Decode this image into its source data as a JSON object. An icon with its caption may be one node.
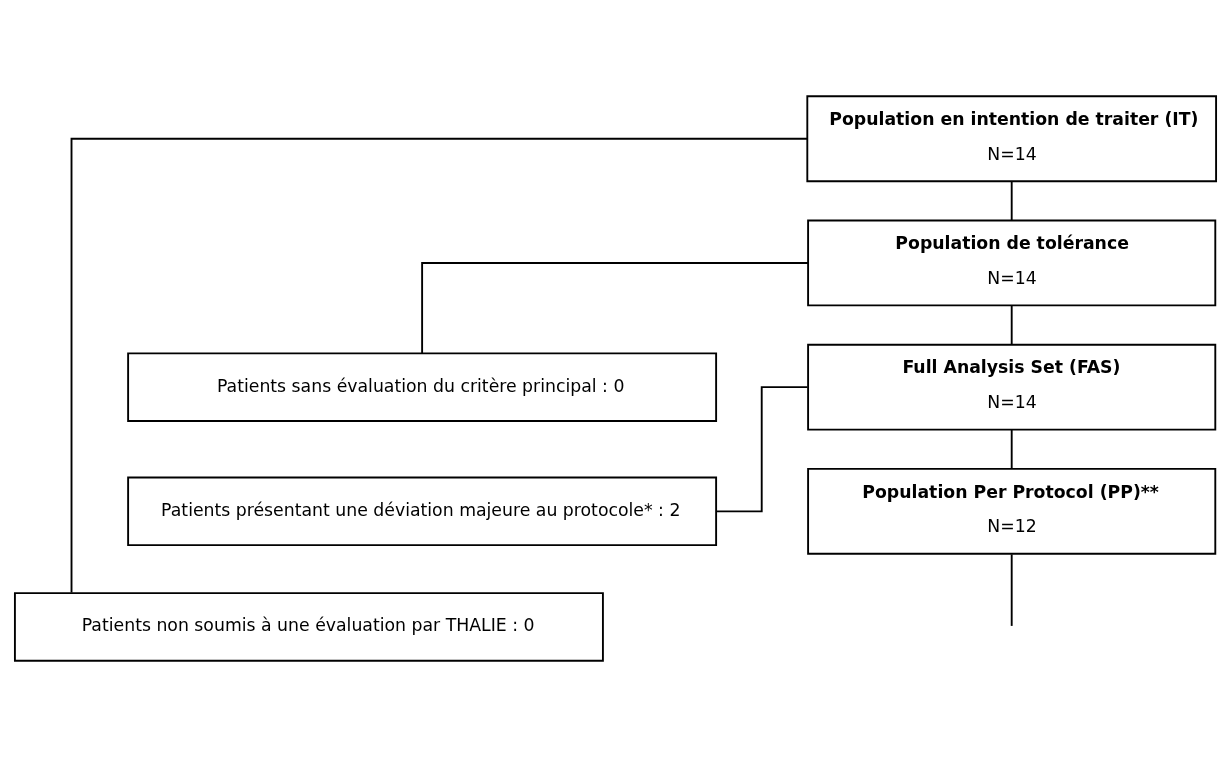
{
  "diagram": {
    "nodes": [
      {
        "text": [
          "Population en intention de traiter (IT)",
          "N=14"
        ]
      },
      {
        "text": [
          "Patients non soumis à une évaluation par THALIE : 0"
        ]
      },
      {
        "text": [
          "Population de tolérance",
          "N=14"
        ]
      },
      {
        "text": [
          "Patients sans évaluation du critère principal : 0"
        ]
      },
      {
        "text": [
          "Full Analysis Set (FAS)",
          "N=14"
        ]
      },
      {
        "text": [
          "Patients présentant une déviation majeure au protocole* : 2"
        ]
      },
      {
        "text": [
          "Population Per Protocol (PP)**",
          "N=12"
        ]
      }
    ],
    "edges": [
      {
        "from": 0,
        "to": 2,
        "arrow": "none"
      },
      {
        "from": 0,
        "to": 1,
        "arrow": "none"
      },
      {
        "from": 2,
        "to": 4,
        "arrow": "none"
      },
      {
        "from": 2,
        "to": 3,
        "arrow": "none"
      },
      {
        "from": 4,
        "to": 6,
        "arrow": "none"
      },
      {
        "from": 4,
        "to": 5,
        "arrow": "none"
      },
      {
        "from": 6,
        "to": null,
        "arrow": "none"
      }
    ]
  }
}
